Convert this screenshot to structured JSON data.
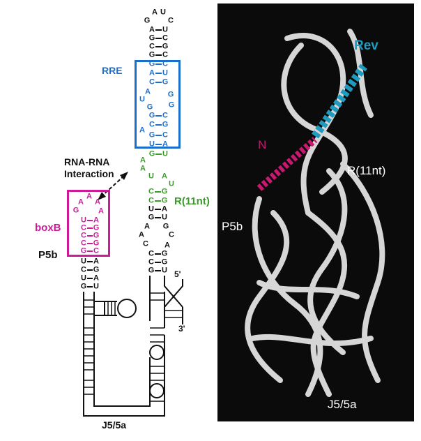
{
  "colors": {
    "black": "#111111",
    "rre": "#1a6fcc",
    "green": "#3a9a2a",
    "boxb": "#cc1a99",
    "rev": "#1f9bbf",
    "n_peptide": "#c81870",
    "panel_bg": "#0b0b0b"
  },
  "nucleotides": {
    "top_loop": [
      "A",
      "U",
      "G",
      "C"
    ],
    "stem_black_top": [
      "A",
      "U",
      "G",
      "C",
      "C",
      "G",
      "G",
      "C"
    ],
    "rre": [
      "G",
      "C",
      "A",
      "U",
      "C",
      "G",
      "A",
      "U",
      "G",
      "G",
      "G",
      "G",
      "C",
      "C",
      "G",
      "A",
      "G",
      "C",
      "U",
      "A"
    ],
    "r11nt": [
      "G",
      "U",
      "A",
      "A",
      "U",
      "A",
      "U",
      "C",
      "G",
      "C",
      "G"
    ],
    "stem_right_lower": [
      "U",
      "A",
      "G",
      "U",
      "A",
      "G",
      "A",
      "C",
      "C",
      "A",
      "C",
      "G",
      "C",
      "G",
      "G",
      "U"
    ],
    "boxb": [
      "A",
      "A",
      "A",
      "G",
      "A",
      "U",
      "A",
      "C",
      "G",
      "C",
      "G",
      "C",
      "G",
      "G",
      "C"
    ],
    "p5b_stem": [
      "U",
      "A",
      "C",
      "G",
      "U",
      "A",
      "G",
      "U"
    ]
  },
  "labels": {
    "rre": "RRE",
    "interaction_line1": "RNA-RNA",
    "interaction_line2": "Interaction",
    "boxb": "boxB",
    "p5b": "P5b",
    "r11nt": "R(11nt)",
    "five_prime": "5'",
    "three_prime": "3'",
    "j5_5a": "J5/5a"
  },
  "structure_panel": {
    "rev": "Rev",
    "n": "N",
    "r11nt": "R(11nt)",
    "p5b": "P5b",
    "j5_5a": "J5/5a"
  }
}
